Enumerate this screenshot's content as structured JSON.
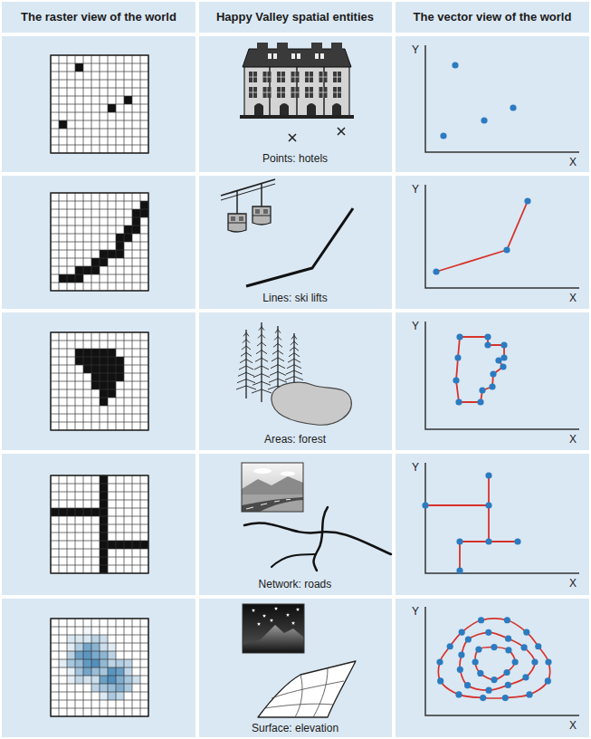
{
  "diagram": {
    "labels": [
      "The raster view of the world",
      "Happy Valley spatial entities",
      "The vector view of the world",
      "Points: hotels",
      "Y",
      "X",
      "Lines: ski lifts",
      "Y",
      "X",
      "Areas: forest",
      "Y",
      "X",
      "Network: roads",
      "Y",
      "X",
      "Surface: elevation",
      "Y",
      "X"
    ]
  }
}
